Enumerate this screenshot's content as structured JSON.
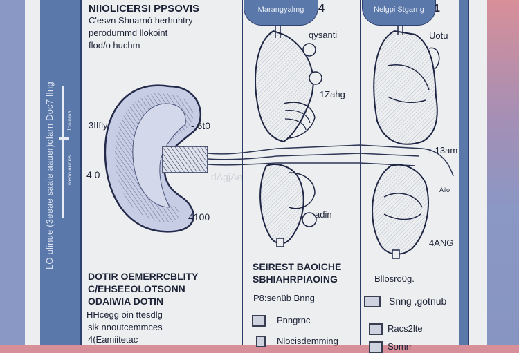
{
  "poster": {
    "left_column": {
      "title": "NIIOLICERSI PPSOVIS",
      "subtitle_lines": [
        "C'esvn Shnarnó herhuhtry -",
        "perodurnmd llokoint",
        "flod/o huchm"
      ],
      "callouts": {
        "upper_left": "3IIfly",
        "upper_right": "- 6t0",
        "mid_left": "4 0",
        "lower_right": "4100"
      },
      "footer_heading_lines": [
        "DOTIR OEMERRCBLITY",
        "C/EHSEEOLOTSONN",
        "ODAIWIA DOTIN"
      ],
      "footer_body_lines": [
        "HHcegg oin ttesdlg",
        "sik nnoutcemmces",
        "4(Eamiitetac"
      ]
    },
    "middle_column": {
      "header_tab": "Marangyalmg",
      "panel_number": "4",
      "callouts": {
        "top": "qysanti",
        "middle": "1Zahg",
        "bottom": "adin"
      },
      "watermark": "dAgjAe",
      "footer_heading_lines": [
        "SEIREST BAOICHE",
        "SBHIAHRPIAOING"
      ],
      "footer_subheading": "P8:senüb Bnng",
      "legend": [
        {
          "icon": "monitor-icon",
          "label": "Pnngrnc"
        },
        {
          "icon": "document-icon",
          "label": "Nlocisdemming"
        }
      ]
    },
    "right_column": {
      "header_tab": "Nelgpi Stgarng",
      "panel_number": "1",
      "callouts": {
        "top": "Uotu",
        "middle": "r-13am",
        "lower": "Ailo",
        "bottom": "4ANG"
      },
      "footer_heading": "Bllosro0g.",
      "legend": [
        {
          "icon": "laptop-icon",
          "label": "Snng ,gotnub"
        },
        {
          "icon": "square-icon",
          "label": "Racs2lte"
        },
        {
          "icon": "square-icon",
          "label": "Somrr"
        }
      ]
    },
    "side_band": {
      "vertical_text": "LO ulinue (3eeae saaie aauer)olarn Doc7 lIng",
      "small_upper": "Ipoinma",
      "small_lower": "weno aunns"
    }
  },
  "colors": {
    "band_blue": "#5a78aa",
    "ink_navy": "#1d2236",
    "page_gray": "#eceeef",
    "organ_fill": "#c9cfe3",
    "gradient_top": "#d88f98",
    "gradient_bottom": "#8795c2"
  }
}
